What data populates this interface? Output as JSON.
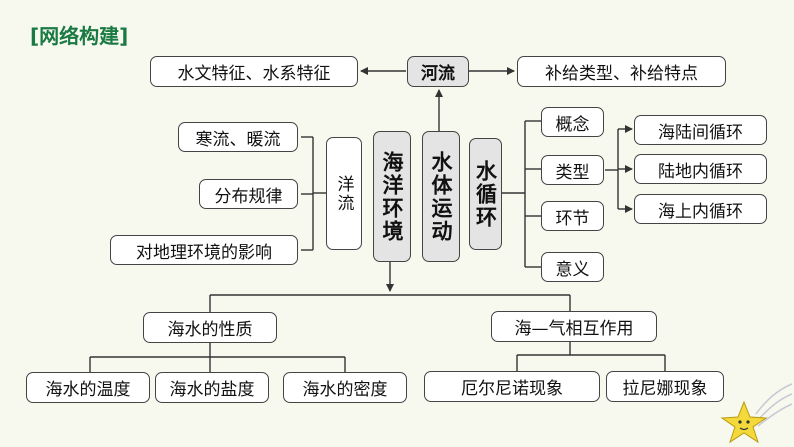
{
  "title": "[网络构建]",
  "nodes": {
    "river": "河流",
    "river_left": "水文特征、水系特征",
    "river_right": "补给类型、补给特点",
    "water_movement": "水体运动",
    "ocean_env": "海洋环境",
    "water_cycle": "水循环",
    "ocean_current": "洋流",
    "cold_warm": "寒流、暖流",
    "distribution": "分布规律",
    "impact": "对地理环境的影响",
    "concept": "概念",
    "types": "类型",
    "links": "环节",
    "significance": "意义",
    "sea_land": "海陆间循环",
    "land_inner": "陆地内循环",
    "sea_inner": "海上内循环",
    "seawater_props": "海水的性质",
    "temperature": "海水的温度",
    "salinity": "海水的盐度",
    "density": "海水的密度",
    "sea_air": "海—气相互作用",
    "el_nino": "厄尔尼诺现象",
    "la_nina": "拉尼娜现象"
  }
}
